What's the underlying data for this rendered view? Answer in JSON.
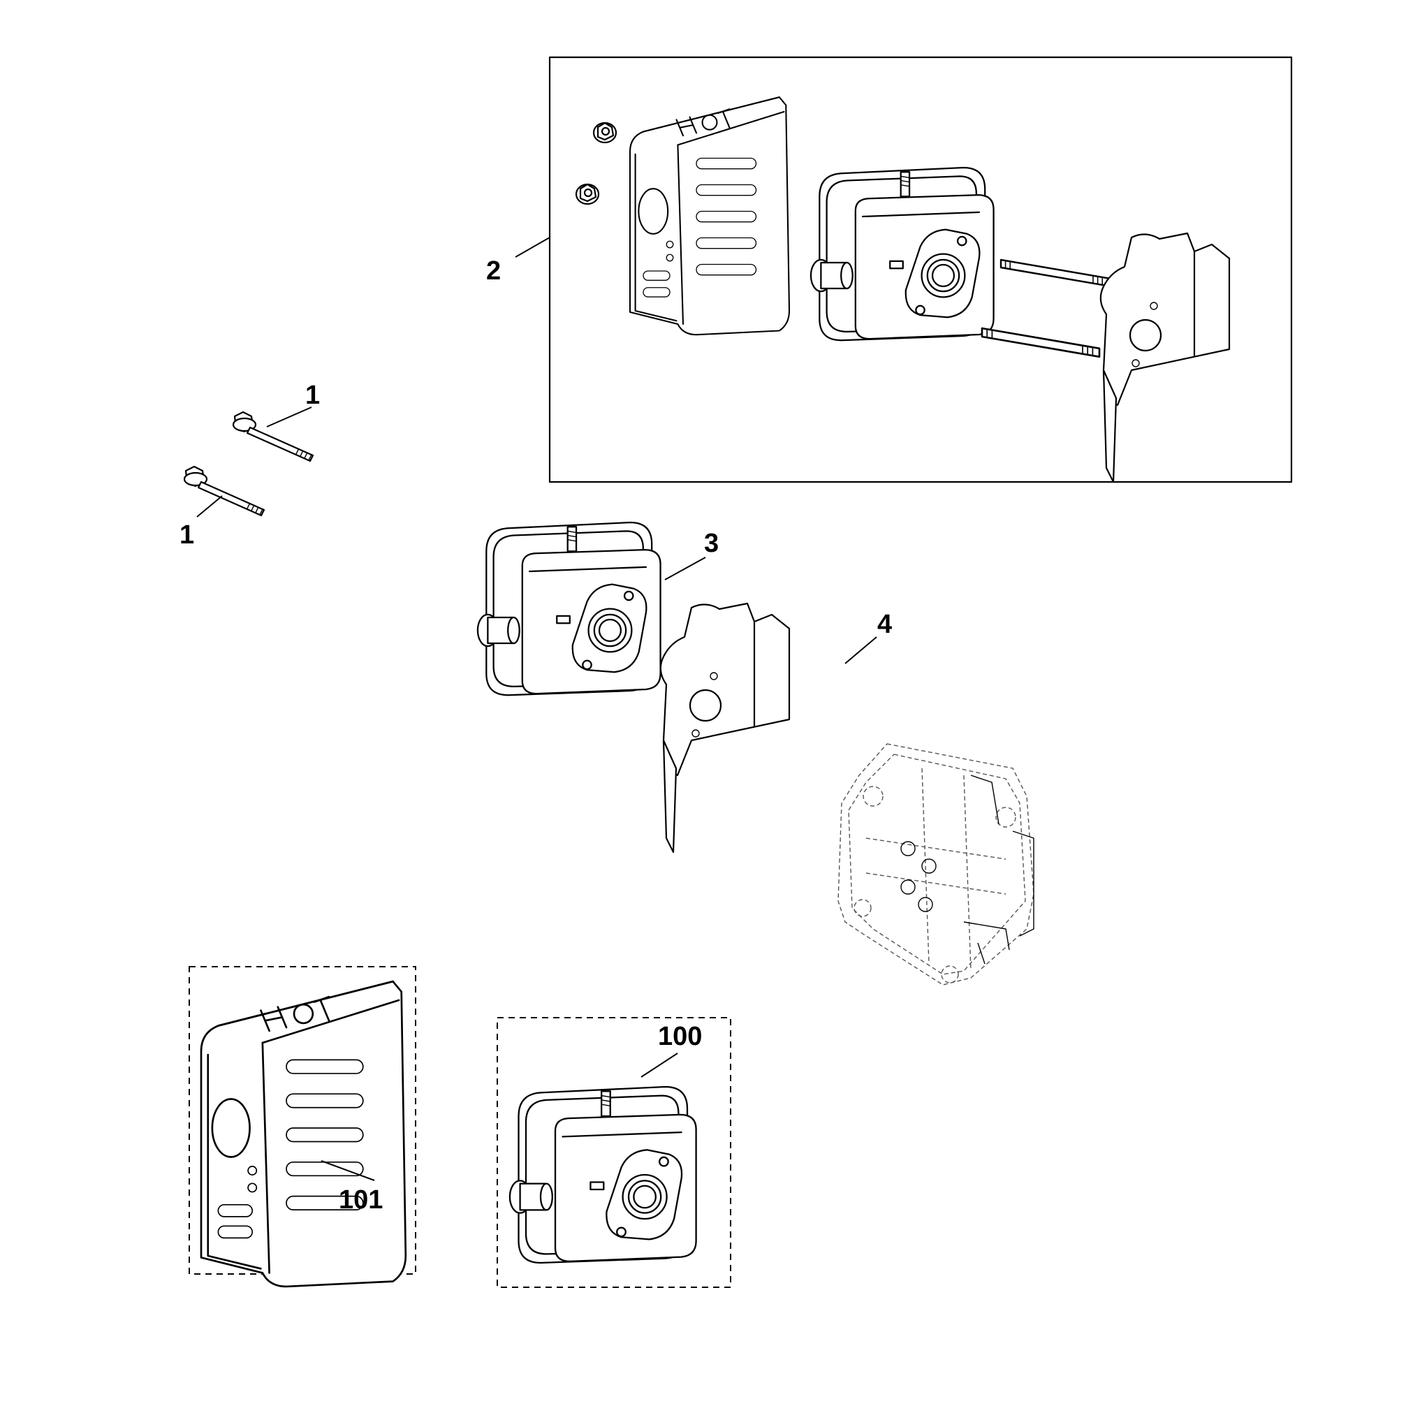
{
  "callouts": {
    "c1a": "1",
    "c1b": "1",
    "c2": "2",
    "c3": "3",
    "c4": "4",
    "c100": "100",
    "c101": "101"
  },
  "icons": {
    "bolt": "flange-bolt-icon",
    "nut": "flange-nut-icon",
    "muffler": "muffler-icon",
    "heat_shield": "heat-shield-guard-icon",
    "gasket": "exhaust-gasket-icon",
    "stud": "long-stud-icon",
    "engine": "engine-block-reference-icon"
  }
}
